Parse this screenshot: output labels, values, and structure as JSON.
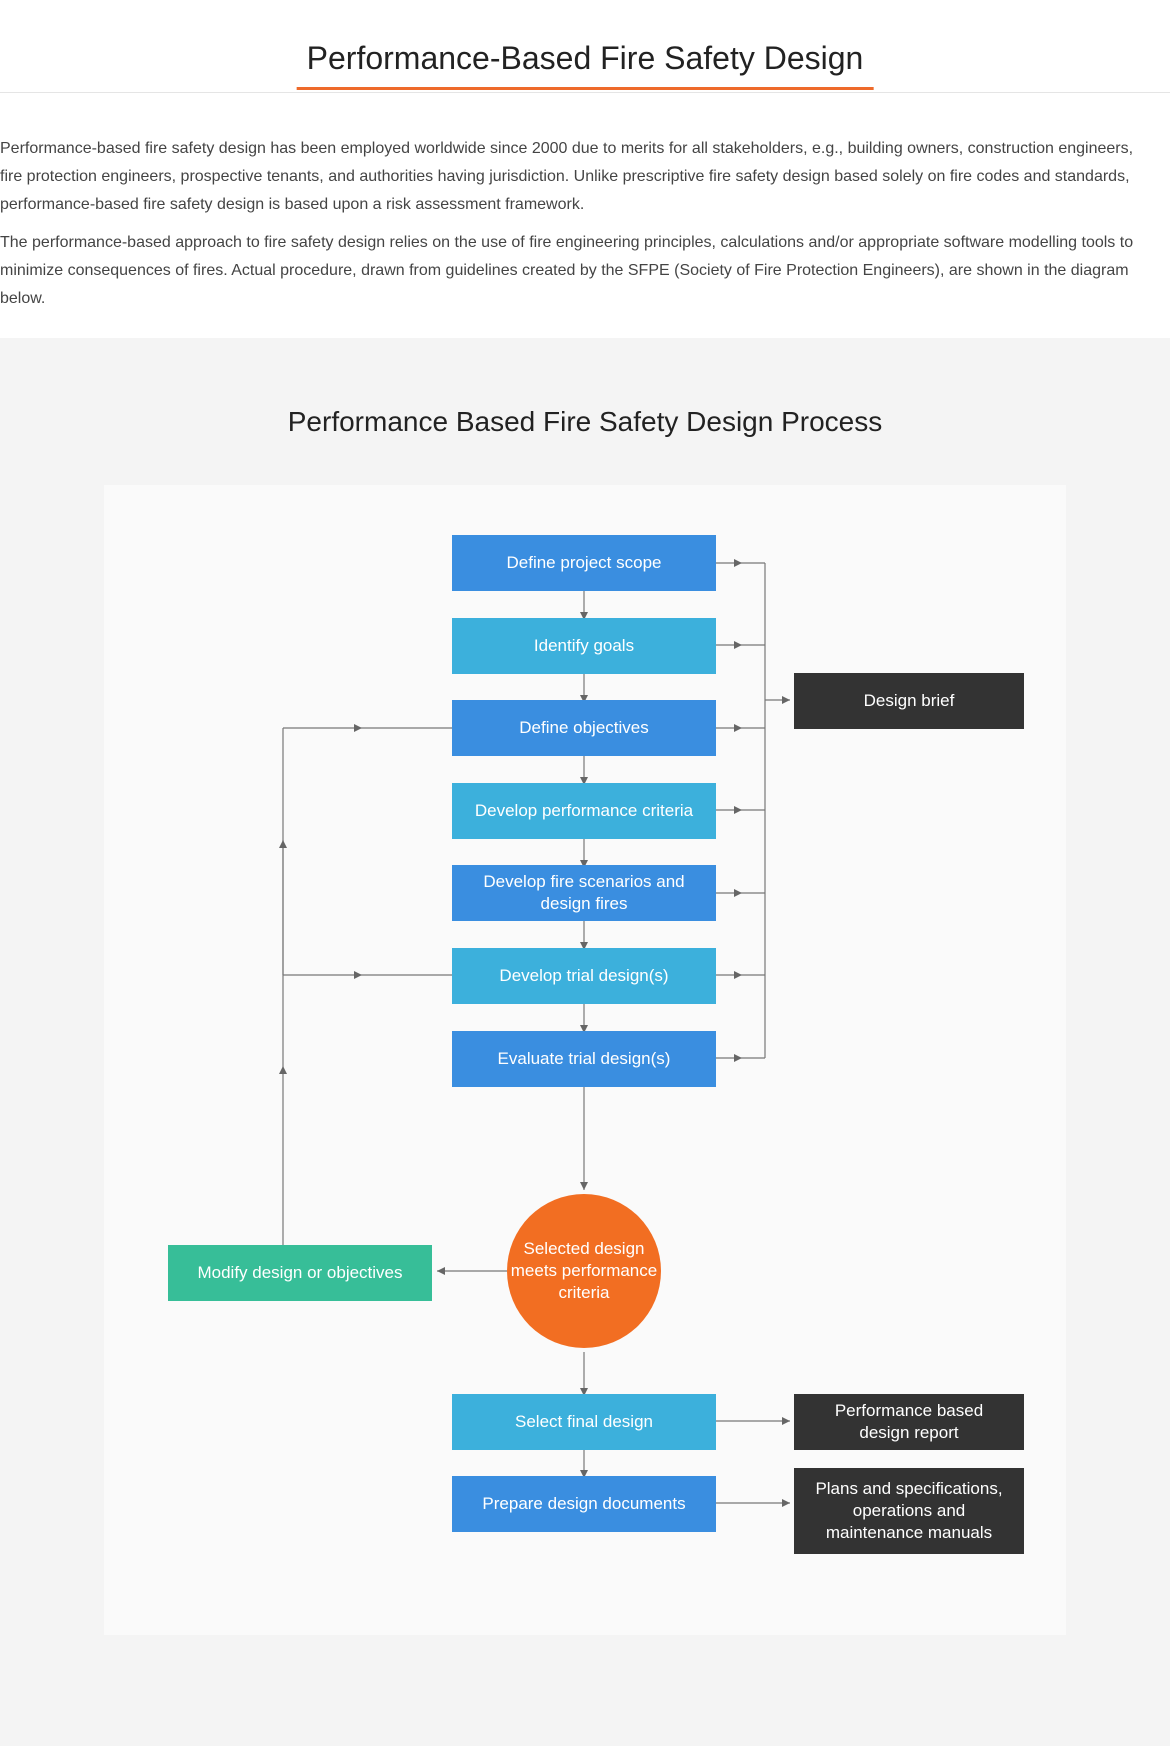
{
  "header": {
    "title": "Performance-Based Fire Safety Design"
  },
  "intro": {
    "paragraph1": "Performance-based fire safety design has been employed worldwide since 2000 due to merits for all stakeholders, e.g., building owners, construction engineers, fire protection engineers, prospective tenants, and authorities having jurisdiction. Unlike prescriptive fire safety design based solely on fire codes and standards, performance-based fire safety design is based upon a risk assessment framework.",
    "paragraph2": "The performance-based approach to fire safety design relies on the use of fire engineering principles, calculations and/or appropriate software modelling tools to minimize consequences of fires. Actual procedure, drawn from guidelines created by the SFPE (Society of Fire Protection Engineers), are shown in the diagram below."
  },
  "diagram": {
    "title": "Performance Based Fire Safety Design Process",
    "steps": [
      "Define project scope",
      "Identify goals",
      "Define objectives",
      "Develop performance criteria",
      "Develop fire scenarios and design fires",
      "Develop trial design(s)",
      "Evaluate trial design(s)"
    ],
    "decision": "Selected design meets performance criteria",
    "modify": "Modify design or objectives",
    "final_steps": [
      "Select final design",
      "Prepare design documents"
    ],
    "outputs": {
      "design_brief": "Design brief",
      "report": "Performance based design report",
      "manuals": "Plans and specifications, operations and maintenance manuals"
    },
    "colors": {
      "dark_blue": "#3a8ee0",
      "light_blue": "#3cb0dc",
      "orange": "#f26e22",
      "green": "#37be98",
      "dark": "#333333",
      "accent": "#ee6a2a"
    }
  }
}
